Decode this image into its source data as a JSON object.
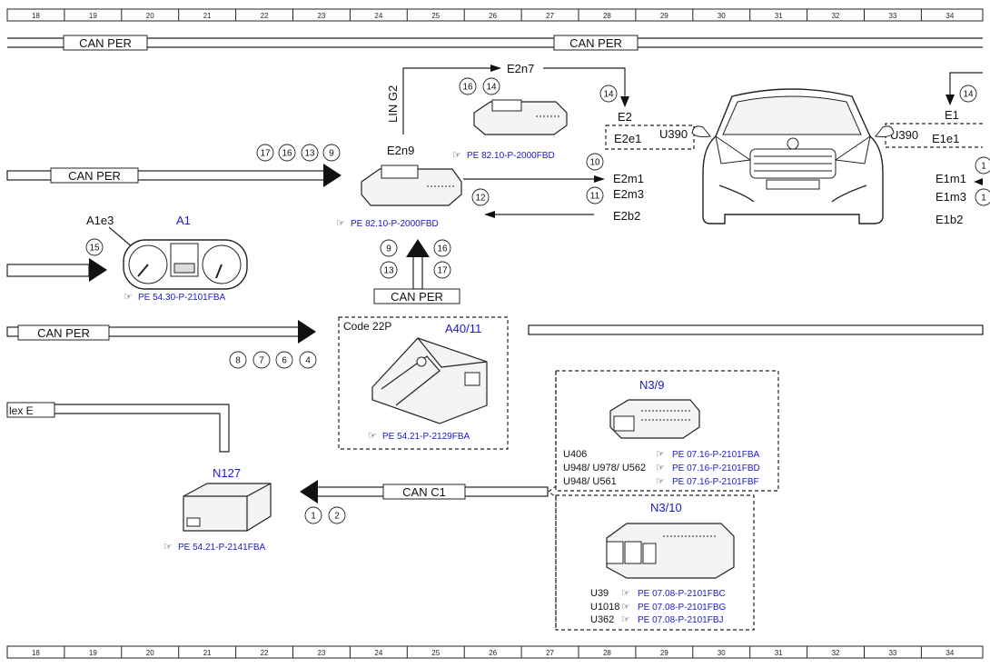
{
  "ruler": [
    "18",
    "19",
    "20",
    "21",
    "22",
    "23",
    "24",
    "25",
    "26",
    "27",
    "28",
    "29",
    "30",
    "31",
    "32",
    "33",
    "34"
  ],
  "bus_labels": {
    "can_per_top_left": "CAN PER",
    "can_per_top_right": "CAN PER",
    "can_per_mid": "CAN PER",
    "can_per_lower": "CAN PER",
    "can_per_vertical": "CAN PER",
    "can_c1": "CAN C1",
    "flex_e": "lex E",
    "lin_g2": "LIN G2"
  },
  "components": {
    "e2n7": "E2n7",
    "e2n9": "E2n9",
    "e2": "E2",
    "e2e1": "E2e1",
    "u390_left": "U390",
    "e2m1": "E2m1",
    "e2m3": "E2m3",
    "e2b2": "E2b2",
    "e1": "E1",
    "u390_right": "U390",
    "e1e1": "E1e1",
    "e1m1": "E1m1",
    "e1m3": "E1m3",
    "e1b2": "E1b2",
    "a1e3": "A1e3",
    "a1": "A1",
    "code_22p": "Code 22P",
    "a40_11": "A40/11",
    "n3_9": "N3/9",
    "n3_10": "N3/10",
    "n127": "N127"
  },
  "refs": {
    "e2n7": "PE 82.10-P-2000FBD",
    "e2n9": "PE 82.10-P-2000FBD",
    "a1": "PE 54.30-P-2101FBA",
    "a40_11": "PE 54.21-P-2129FBA",
    "n127": "PE 54.21-P-2141FBA"
  },
  "n3_9_rows": [
    {
      "codes": "U406",
      "ref": "PE 07.16-P-2101FBA"
    },
    {
      "codes": "U948/ U978/ U562",
      "ref": "PE 07.16-P-2101FBD"
    },
    {
      "codes": "U948/ U561",
      "ref": "PE 07.16-P-2101FBF"
    }
  ],
  "n3_10_rows": [
    {
      "codes": "U39",
      "ref": "PE 07.08-P-2101FBC"
    },
    {
      "codes": "U1018",
      "ref": "PE 07.08-P-2101FBG"
    },
    {
      "codes": "U362",
      "ref": "PE 07.08-P-2101FBJ"
    }
  ],
  "numbers": {
    "top_16": "16",
    "top_14": "14",
    "e2_14": "14",
    "e1_14": "14",
    "can_17": "17",
    "can_16": "16",
    "can_13": "13",
    "can_9": "9",
    "r10": "10",
    "r11": "11",
    "r12": "12",
    "a1_15": "15",
    "v9": "9",
    "v13": "13",
    "v16": "16",
    "v17": "17",
    "b8": "8",
    "b7": "7",
    "b6": "6",
    "b4": "4",
    "c1": "1",
    "c2": "2",
    "edge1": "1",
    "edge2": "1"
  },
  "colors": {
    "link_blue": "#1a1ac8",
    "line": "#222222"
  }
}
